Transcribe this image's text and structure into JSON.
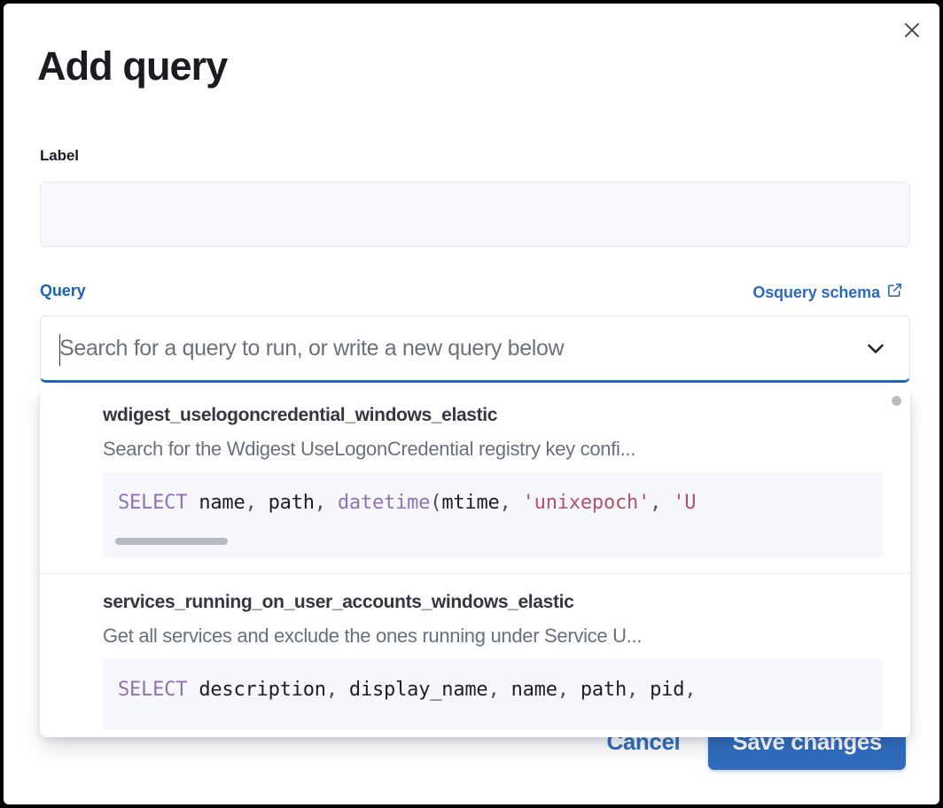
{
  "modal": {
    "title": "Add query",
    "close_icon": "close-icon"
  },
  "label_field": {
    "label": "Label",
    "value": "",
    "placeholder": ""
  },
  "query_field": {
    "label": "Query",
    "schema_link": "Osquery schema",
    "schema_link_icon": "external-link-icon",
    "search_value": "",
    "search_placeholder": "Search for a query to run, or write a new query below",
    "dropdown_arrow_icon": "chevron-down-icon"
  },
  "dropdown": {
    "items": [
      {
        "title": "wdigest_uselogoncredential_windows_elastic",
        "description": "Search for the Wdigest UseLogonCredential registry key confi...",
        "code_tokens": [
          {
            "t": "SELECT",
            "c": "kw"
          },
          {
            "t": " ",
            "c": "pun"
          },
          {
            "t": "name",
            "c": "id"
          },
          {
            "t": ", ",
            "c": "pun"
          },
          {
            "t": "path",
            "c": "id"
          },
          {
            "t": ", ",
            "c": "pun"
          },
          {
            "t": "datetime",
            "c": "fn"
          },
          {
            "t": "(",
            "c": "pun"
          },
          {
            "t": "mtime",
            "c": "id"
          },
          {
            "t": ", ",
            "c": "pun"
          },
          {
            "t": "'unixepoch'",
            "c": "str"
          },
          {
            "t": ", ",
            "c": "pun"
          },
          {
            "t": "'U",
            "c": "str"
          }
        ],
        "code_plain": "SELECT name, path, datetime(mtime, 'unixepoch', 'U"
      },
      {
        "title": "services_running_on_user_accounts_windows_elastic",
        "description": "Get all services and exclude the ones running under Service U...",
        "code_tokens": [
          {
            "t": "SELECT",
            "c": "kw"
          },
          {
            "t": " ",
            "c": "pun"
          },
          {
            "t": "description",
            "c": "id"
          },
          {
            "t": ", ",
            "c": "pun"
          },
          {
            "t": "display_name",
            "c": "id"
          },
          {
            "t": ", ",
            "c": "pun"
          },
          {
            "t": "name",
            "c": "id"
          },
          {
            "t": ", ",
            "c": "pun"
          },
          {
            "t": "path",
            "c": "id"
          },
          {
            "t": ", ",
            "c": "pun"
          },
          {
            "t": "pid",
            "c": "id"
          },
          {
            "t": ",",
            "c": "pun"
          }
        ],
        "code_plain": "SELECT description, display_name, name, path, pid,"
      }
    ]
  },
  "footer": {
    "cancel_label": "Cancel",
    "save_label": "Save changes"
  },
  "colors": {
    "accent_blue": "#2f6cbd",
    "link_blue": "#1b63b1",
    "title_dark": "#1a1c21",
    "desc_gray": "#69707d",
    "code_bg": "#f6f7fb",
    "keyword_purple": "#8f72b3",
    "string_rose": "#b0516f"
  }
}
